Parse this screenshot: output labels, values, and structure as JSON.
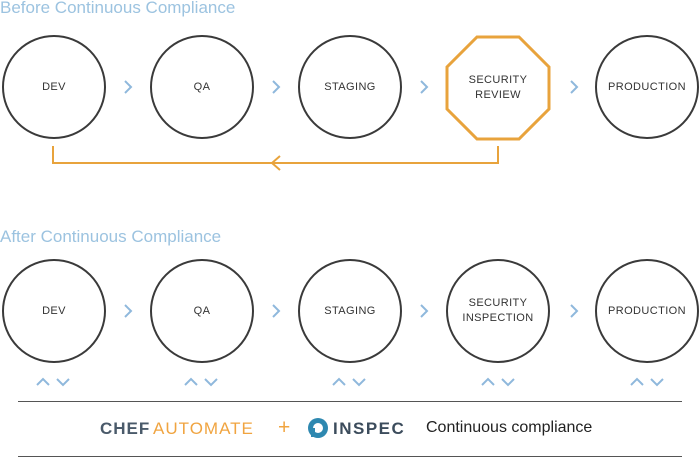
{
  "before": {
    "heading": "Before Continuous Compliance",
    "stages": [
      {
        "label": "DEV"
      },
      {
        "label": "QA"
      },
      {
        "label": "STAGING"
      },
      {
        "label": "SECURITY\nREVIEW"
      },
      {
        "label": "PRODUCTION"
      }
    ]
  },
  "after": {
    "heading": "After Continuous Compliance",
    "stages": [
      {
        "label": "DEV"
      },
      {
        "label": "QA"
      },
      {
        "label": "STAGING"
      },
      {
        "label": "SECURITY\nINSPECTION"
      },
      {
        "label": "PRODUCTION"
      }
    ]
  },
  "footer": {
    "chef": "CHEF",
    "automate": "AUTOMATE",
    "plus": "+",
    "inspec": "INSPEC",
    "tagline": "Continuous compliance"
  },
  "colors": {
    "heading": "#9cc3e0",
    "accent_orange": "#e8a33c",
    "chevron_blue": "#8fb8dc",
    "circle_stroke": "#3a3a3a",
    "inspec_teal": "#2e88b0"
  },
  "icons": {
    "stage_arrow": "chevron-right-icon",
    "feedback_arrow": "arrow-left-icon",
    "cycle_indicator": "chevron-up-down-icon",
    "inspec_logo": "inspec-logo-icon"
  }
}
